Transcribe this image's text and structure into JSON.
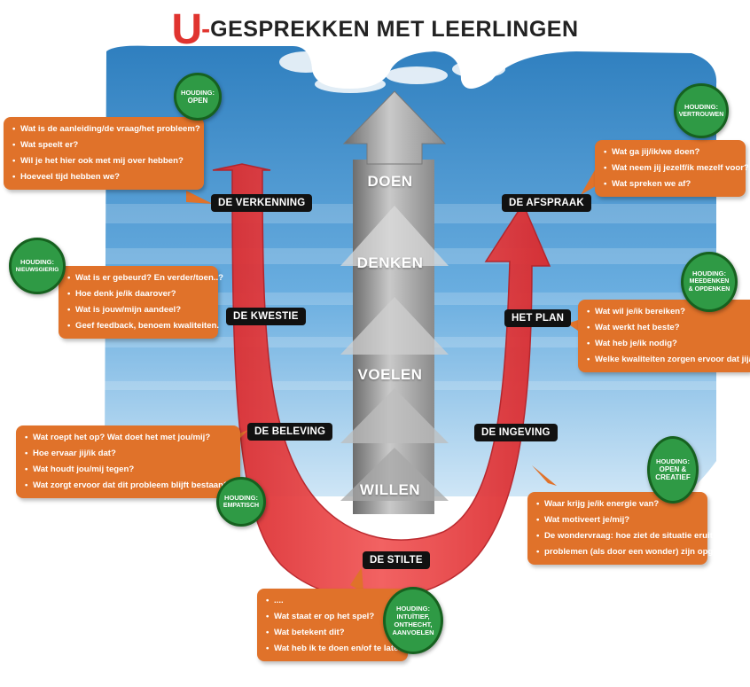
{
  "title": {
    "letter": "U",
    "dash": "-",
    "rest": "GESPREKKEN MET LEERLINGEN"
  },
  "stairs": [
    "DOEN",
    "DENKEN",
    "VOELEN",
    "WILLEN"
  ],
  "stages": {
    "verkenning": "DE VERKENNING",
    "kwestie": "DE KWESTIE",
    "beleving": "DE BELEVING",
    "stilte": "DE STILTE",
    "ingeving": "DE INGEVING",
    "plan": "HET PLAN",
    "afspraak": "DE AFSPRAAK"
  },
  "bubbles": {
    "verkenning": [
      "Wat is de aanleiding/de vraag/het probleem?",
      "Wat speelt er?",
      "Wil je het hier ook met mij over hebben?",
      "Hoeveel tijd hebben we?"
    ],
    "kwestie": [
      "Wat is er gebeurd? En verder/toen..?",
      "Hoe denk je/ik daarover?",
      "Wat is jouw/mijn aandeel?",
      "Geef feedback, benoem kwaliteiten."
    ],
    "beleving": [
      "Wat roept het op? Wat doet het met jou/mij?",
      "Hoe ervaar jij/ik dat?",
      "Wat houdt jou/mij tegen?",
      "Wat zorgt ervoor dat dit probleem blijft bestaan?"
    ],
    "stilte": [
      "....",
      "Wat staat er op het spel?",
      "Wat betekent dit?",
      "Wat heb ik te doen en/of te laten?"
    ],
    "ingeving": [
      "Waar krijg je/ik energie van?",
      "Wat motiveert je/mij?",
      "De wondervraag: hoe ziet de situatie eruit als alle",
      "problemen (als door een wonder) zijn opgelost?"
    ],
    "plan": [
      "Wat wil je/ik bereiken?",
      "Wat werkt het beste?",
      "Wat heb je/ik nodig?",
      "Welke kwaliteiten zorgen ervoor dat jij/ik het kan"
    ],
    "afspraak": [
      "Wat ga jij/ik/we doen?",
      "Wat neem jij jezelf/ik mezelf voor?",
      "Wat spreken we af?"
    ]
  },
  "houding": {
    "label": "HOUDING:",
    "open": "OPEN",
    "nieuwsgierig": "NIEUWSGIERIG",
    "empatisch": "EMPATISCH",
    "intuitief": "INTUÏTIEF, ONTHECHT, AANVOELEN",
    "creatief": "OPEN & CREATIEF",
    "meedenken": "MEEDENKEN & OPDENKEN",
    "vertrouwen": "VERTROUWEN"
  },
  "colors": {
    "sky": "#3d8fc8",
    "u_arrow": "#e7383b",
    "bubble": "#e0722a",
    "circle": "#2f9a45",
    "stairs": "#9a9a9a"
  }
}
